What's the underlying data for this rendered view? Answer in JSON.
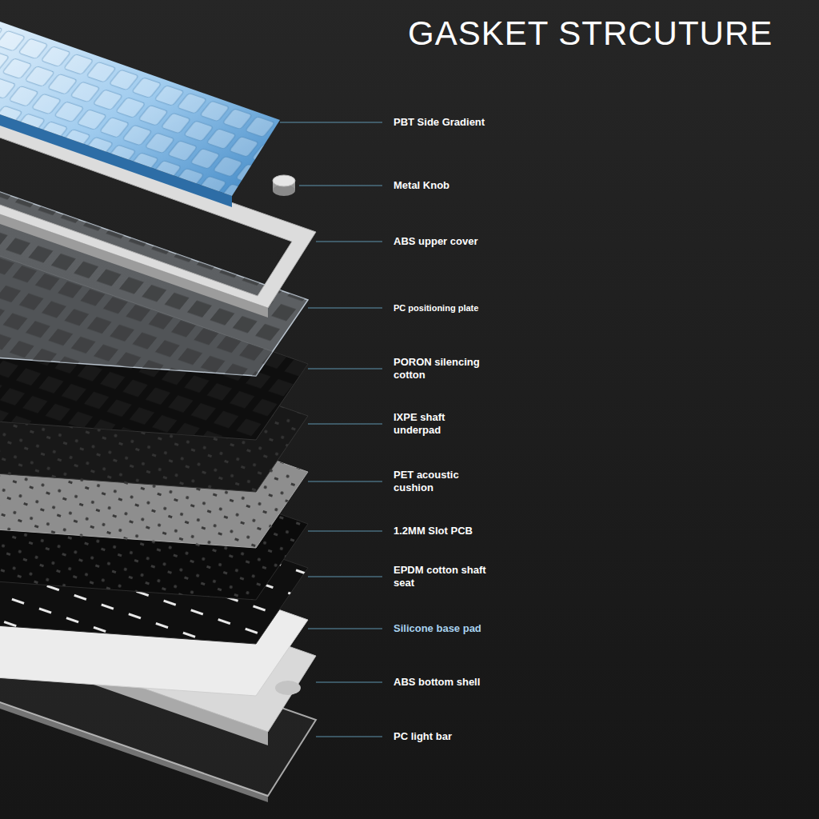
{
  "diagram": {
    "title": "GASKET STRCUTURE",
    "labels": [
      "PBT Side Gradient",
      "Metal Knob",
      "ABS upper cover",
      "PC positioning plate",
      "PORON silencing cotton",
      "IXPE shaft underpad",
      "PET acoustic cushion",
      "1.2MM Slot PCB",
      "EPDM cotton shaft seat",
      "Silicone base pad",
      "ABS bottom shell",
      "PC light bar"
    ]
  }
}
